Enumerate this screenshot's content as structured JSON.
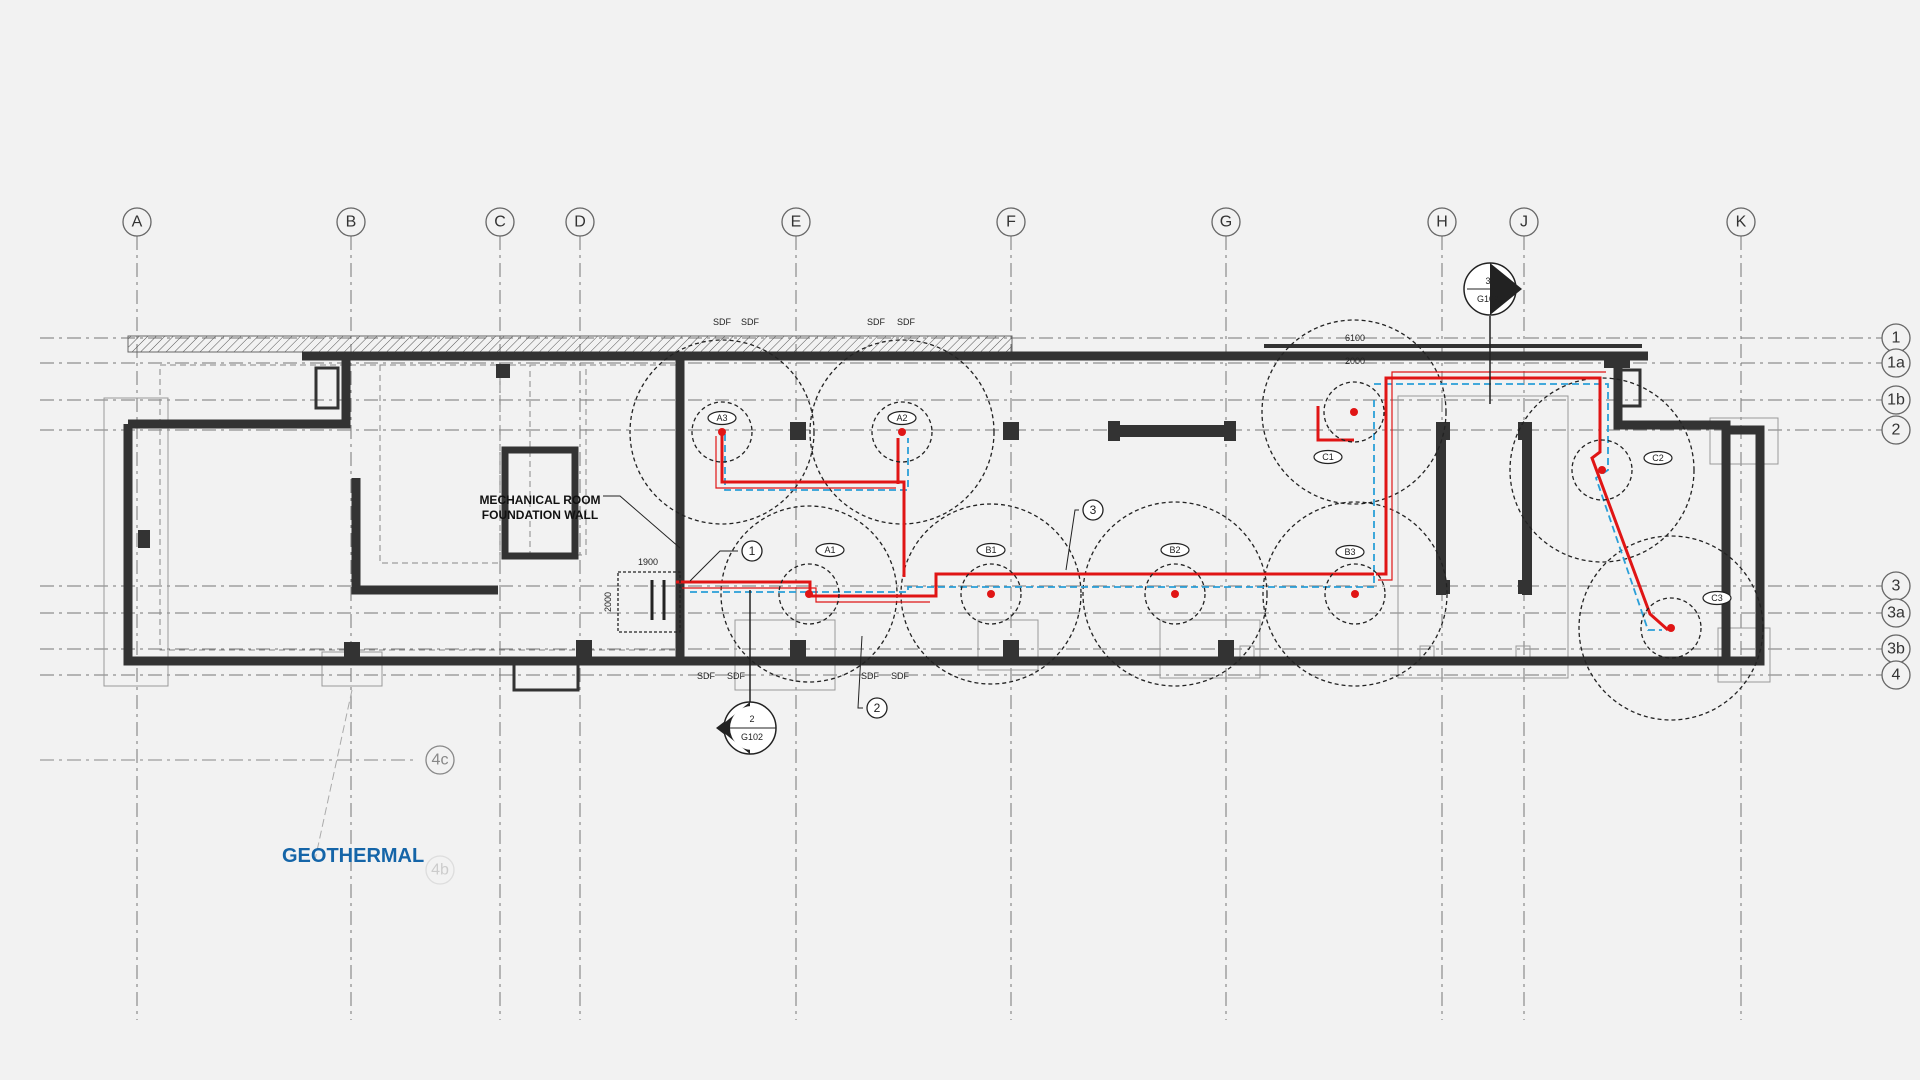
{
  "grid_columns": [
    "A",
    "B",
    "C",
    "D",
    "E",
    "F",
    "G",
    "H",
    "J",
    "K"
  ],
  "grid_rows": [
    "1",
    "1a",
    "1b",
    "2",
    "3",
    "3a",
    "3b",
    "4"
  ],
  "extra_grid_label": "4c",
  "faded_grid_label": "4b",
  "title": "GEOTHERMAL",
  "note": {
    "line1": "MECHANICAL ROOM",
    "line2": "FOUNDATION WALL"
  },
  "wells": [
    "A1",
    "A2",
    "A3",
    "B1",
    "B2",
    "B3",
    "C1",
    "C2",
    "C3"
  ],
  "callouts": [
    "1",
    "2",
    "3"
  ],
  "section_marks": [
    {
      "number": "3",
      "sheet": "G102"
    },
    {
      "number": "2",
      "sheet": "G102"
    }
  ],
  "dimensions": {
    "box_w": "1900",
    "box_h": "2000",
    "top_w1": "6100",
    "top_w2": "2000"
  },
  "sdf_label": "SDF",
  "colors": {
    "supply": "#e01515",
    "return": "#2a9fd8",
    "wall": "#333333",
    "title": "#1565a8"
  }
}
